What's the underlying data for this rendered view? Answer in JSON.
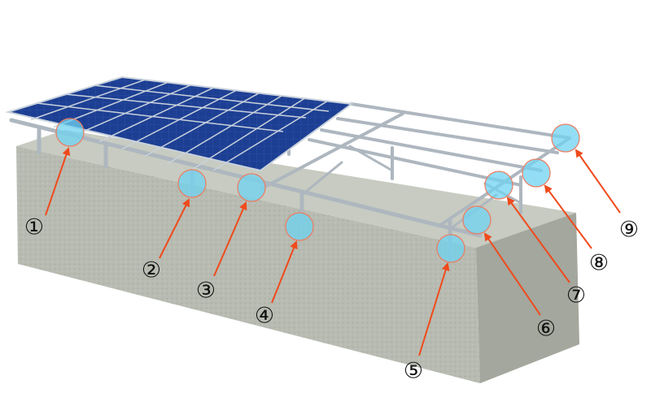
{
  "colors": {
    "ground": "#b4b8ae",
    "panel": "#1d3f93",
    "rail": "#aeb7bf",
    "arrow": "#f04a1c",
    "highlight": "#6fd3f0",
    "highlight_ring": "#ef7a5e"
  },
  "callouts": [
    {
      "label": "①"
    },
    {
      "label": "②"
    },
    {
      "label": "③"
    },
    {
      "label": "④"
    },
    {
      "label": "⑤"
    },
    {
      "label": "⑥"
    },
    {
      "label": "⑦"
    },
    {
      "label": "⑧"
    },
    {
      "label": "⑨"
    }
  ]
}
